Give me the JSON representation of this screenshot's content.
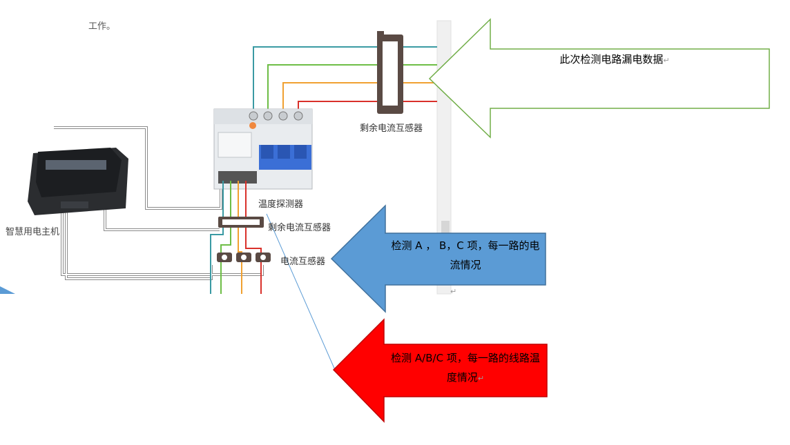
{
  "doc": {
    "top_fragment": "工作。",
    "return_mark": "↵"
  },
  "labels": {
    "host": "智慧用电主机",
    "rc_top": "剩余电流互感器",
    "rc_mid": "剩余电流互感器",
    "temp_probe": "温度探测器",
    "ct": "电流互感器"
  },
  "callouts": {
    "green": {
      "text": "此次检测电路漏电数据",
      "color": "#70ad47"
    },
    "blue": {
      "text": "检测 A ， B，C 项，每一路的电流情况",
      "color": "#5b9bd5"
    },
    "red": {
      "text": "检测 A/B/C 项，每一路的线路温度情况",
      "color": "#ff0000"
    }
  },
  "colors": {
    "wire_teal": "#3a9aa3",
    "wire_green": "#6dbd45",
    "wire_orange": "#f0a030",
    "wire_red": "#d9302a",
    "wire_gray": "#8a8a8a",
    "breaker_body": "#e9ecef",
    "breaker_blue": "#3b6fd6",
    "host_body": "#2b2d30",
    "ct_color": "#5a4a44"
  }
}
